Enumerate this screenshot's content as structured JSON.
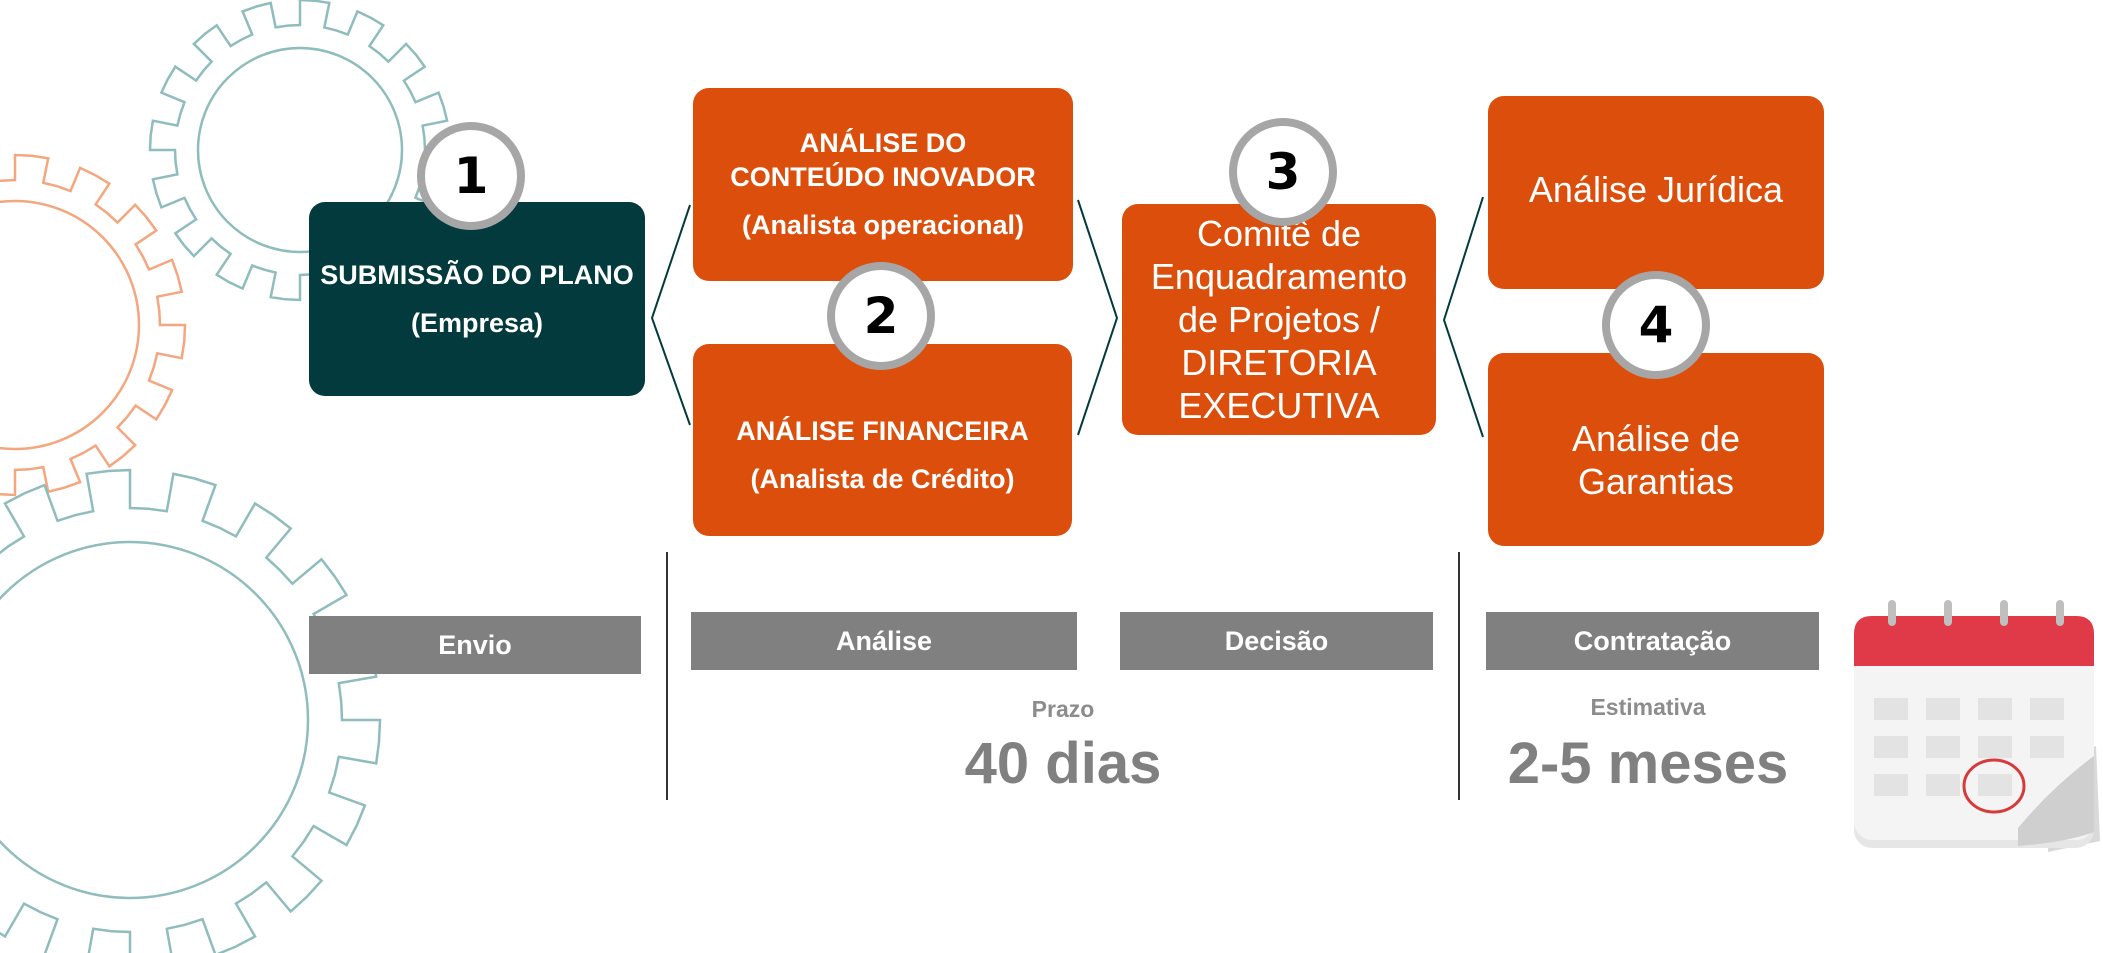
{
  "steps": {
    "s1": {
      "number": "1",
      "title": "SUBMISSÃO DO PLANO",
      "subtitle": "(Empresa)"
    },
    "s2a": {
      "title": "ANÁLISE DO CONTEÚDO INOVADOR",
      "subtitle": "(Analista operacional)"
    },
    "s2": {
      "number": "2"
    },
    "s2b": {
      "title": "ANÁLISE FINANCEIRA",
      "subtitle": "(Analista de Crédito)"
    },
    "s3": {
      "number": "3",
      "text": "Comitê de Enquadramento de Projetos  / DIRETORIA EXECUTIVA"
    },
    "s4a": {
      "text": "Análise Jurídica"
    },
    "s4": {
      "number": "4"
    },
    "s4b": {
      "text": "Análise de Garantias"
    }
  },
  "phases": {
    "envio": "Envio",
    "analise": "Análise",
    "decisao": "Decisão",
    "contratacao": "Contratação"
  },
  "timing": {
    "prazo_label": "Prazo",
    "prazo_value": "40 dias",
    "estimativa_label": "Estimativa",
    "estimativa_value": "2-5 meses"
  },
  "colors": {
    "orange": "#dc4e0b",
    "teal": "#023a3d",
    "gray": "#808080",
    "gear_teal": "#8fbcbc",
    "gear_orange": "#f4a67e",
    "calendar_red": "#e03a48"
  },
  "icons": [
    "gear-icon",
    "calendar-icon"
  ]
}
